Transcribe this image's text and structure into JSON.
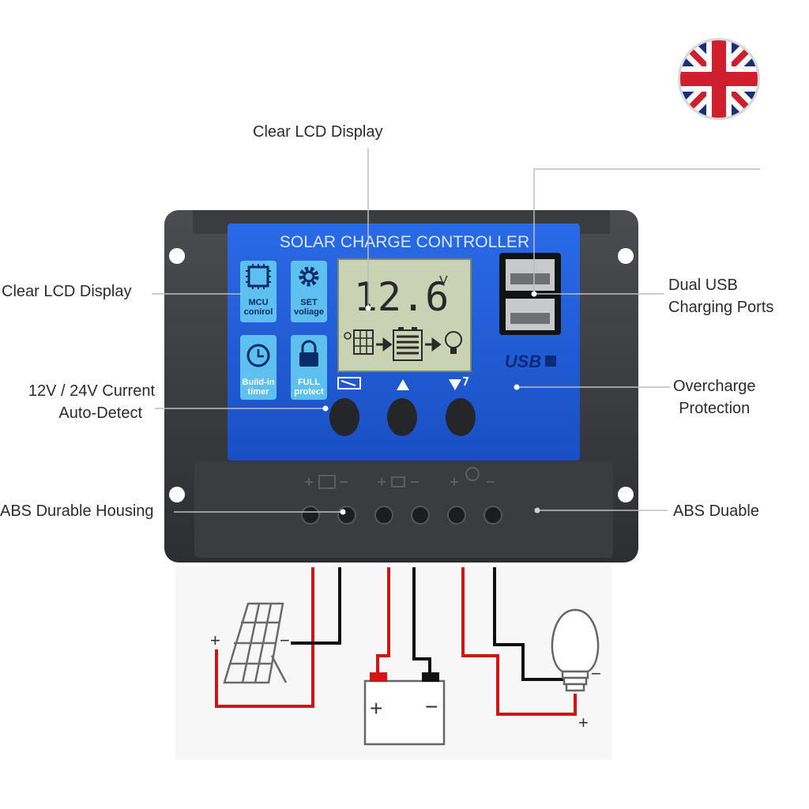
{
  "callouts": {
    "top_lcd": "Clear LCD Display",
    "left_lcd": "Clear LCD Display",
    "auto_detect": [
      "12V / 24V Current",
      "Auto-Detect"
    ],
    "housing_left": "ABS Durable Housing",
    "usb": [
      "Dual USB",
      "Charging Ports"
    ],
    "overcharge": [
      "Overcharge",
      "Protection"
    ],
    "housing_right": "ABS Duable"
  },
  "panel": {
    "title": "SOLAR CHARGE CONTROLLER",
    "lcd_value": "12.6",
    "lcd_unit": "V",
    "usb_label": "USB",
    "feature_buttons": [
      {
        "icon": "chip-icon",
        "lines": [
          "MCU",
          "conirol"
        ]
      },
      {
        "icon": "gear-icon",
        "lines": [
          "SET",
          "voliage"
        ]
      },
      {
        "icon": "clock-icon",
        "lines": [
          "Build-in",
          "timer"
        ]
      },
      {
        "icon": "lock-icon",
        "lines": [
          "FULL",
          "protect"
        ]
      }
    ],
    "control_buttons": [
      "menu-button",
      "up-button",
      "down-button"
    ]
  },
  "wiring": {
    "plus": "+",
    "minus": "−"
  },
  "colors": {
    "panel_blue": "#1f5bd6",
    "housing": "#3b3d40",
    "lcd": "#c9d3b3",
    "wire_red": "#d01515",
    "wire_black": "#111111",
    "flag_blue": "#1d2d7a",
    "flag_red": "#cf1f2e"
  }
}
